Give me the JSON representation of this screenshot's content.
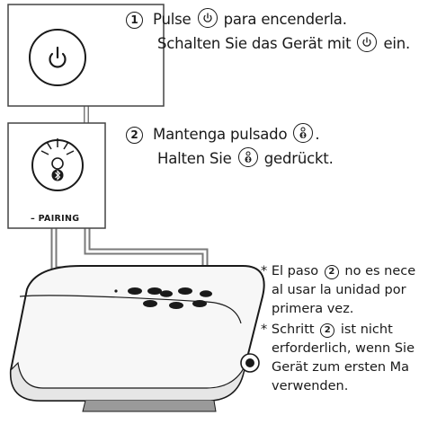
{
  "steps": [
    {
      "number": "1",
      "line1_pre": "Pulse",
      "line1_post": "para encenderla.",
      "line2_pre": "Schalten Sie das Gerät mit",
      "line2_post": "ein."
    },
    {
      "number": "2",
      "line1_pre": "Mantenga pulsado",
      "line1_post": ".",
      "line2_pre": "Halten Sie",
      "line2_post": "gedrückt."
    }
  ],
  "pairing_label": "PAIRING",
  "notes": [
    {
      "bullet": "*",
      "line1_pre": "El paso",
      "line1_num": "2",
      "line1_post": "no es nece",
      "line2": "al usar la unidad por",
      "line3": "primera vez."
    },
    {
      "bullet": "*",
      "line1_pre": "Schritt",
      "line1_num": "2",
      "line1_post": "ist nicht",
      "line2": "erforderlich, wenn Sie",
      "line3": "Gerät zum ersten Ma",
      "line4": "verwenden."
    }
  ],
  "icons": [
    "power-icon",
    "bluetooth-icon"
  ]
}
